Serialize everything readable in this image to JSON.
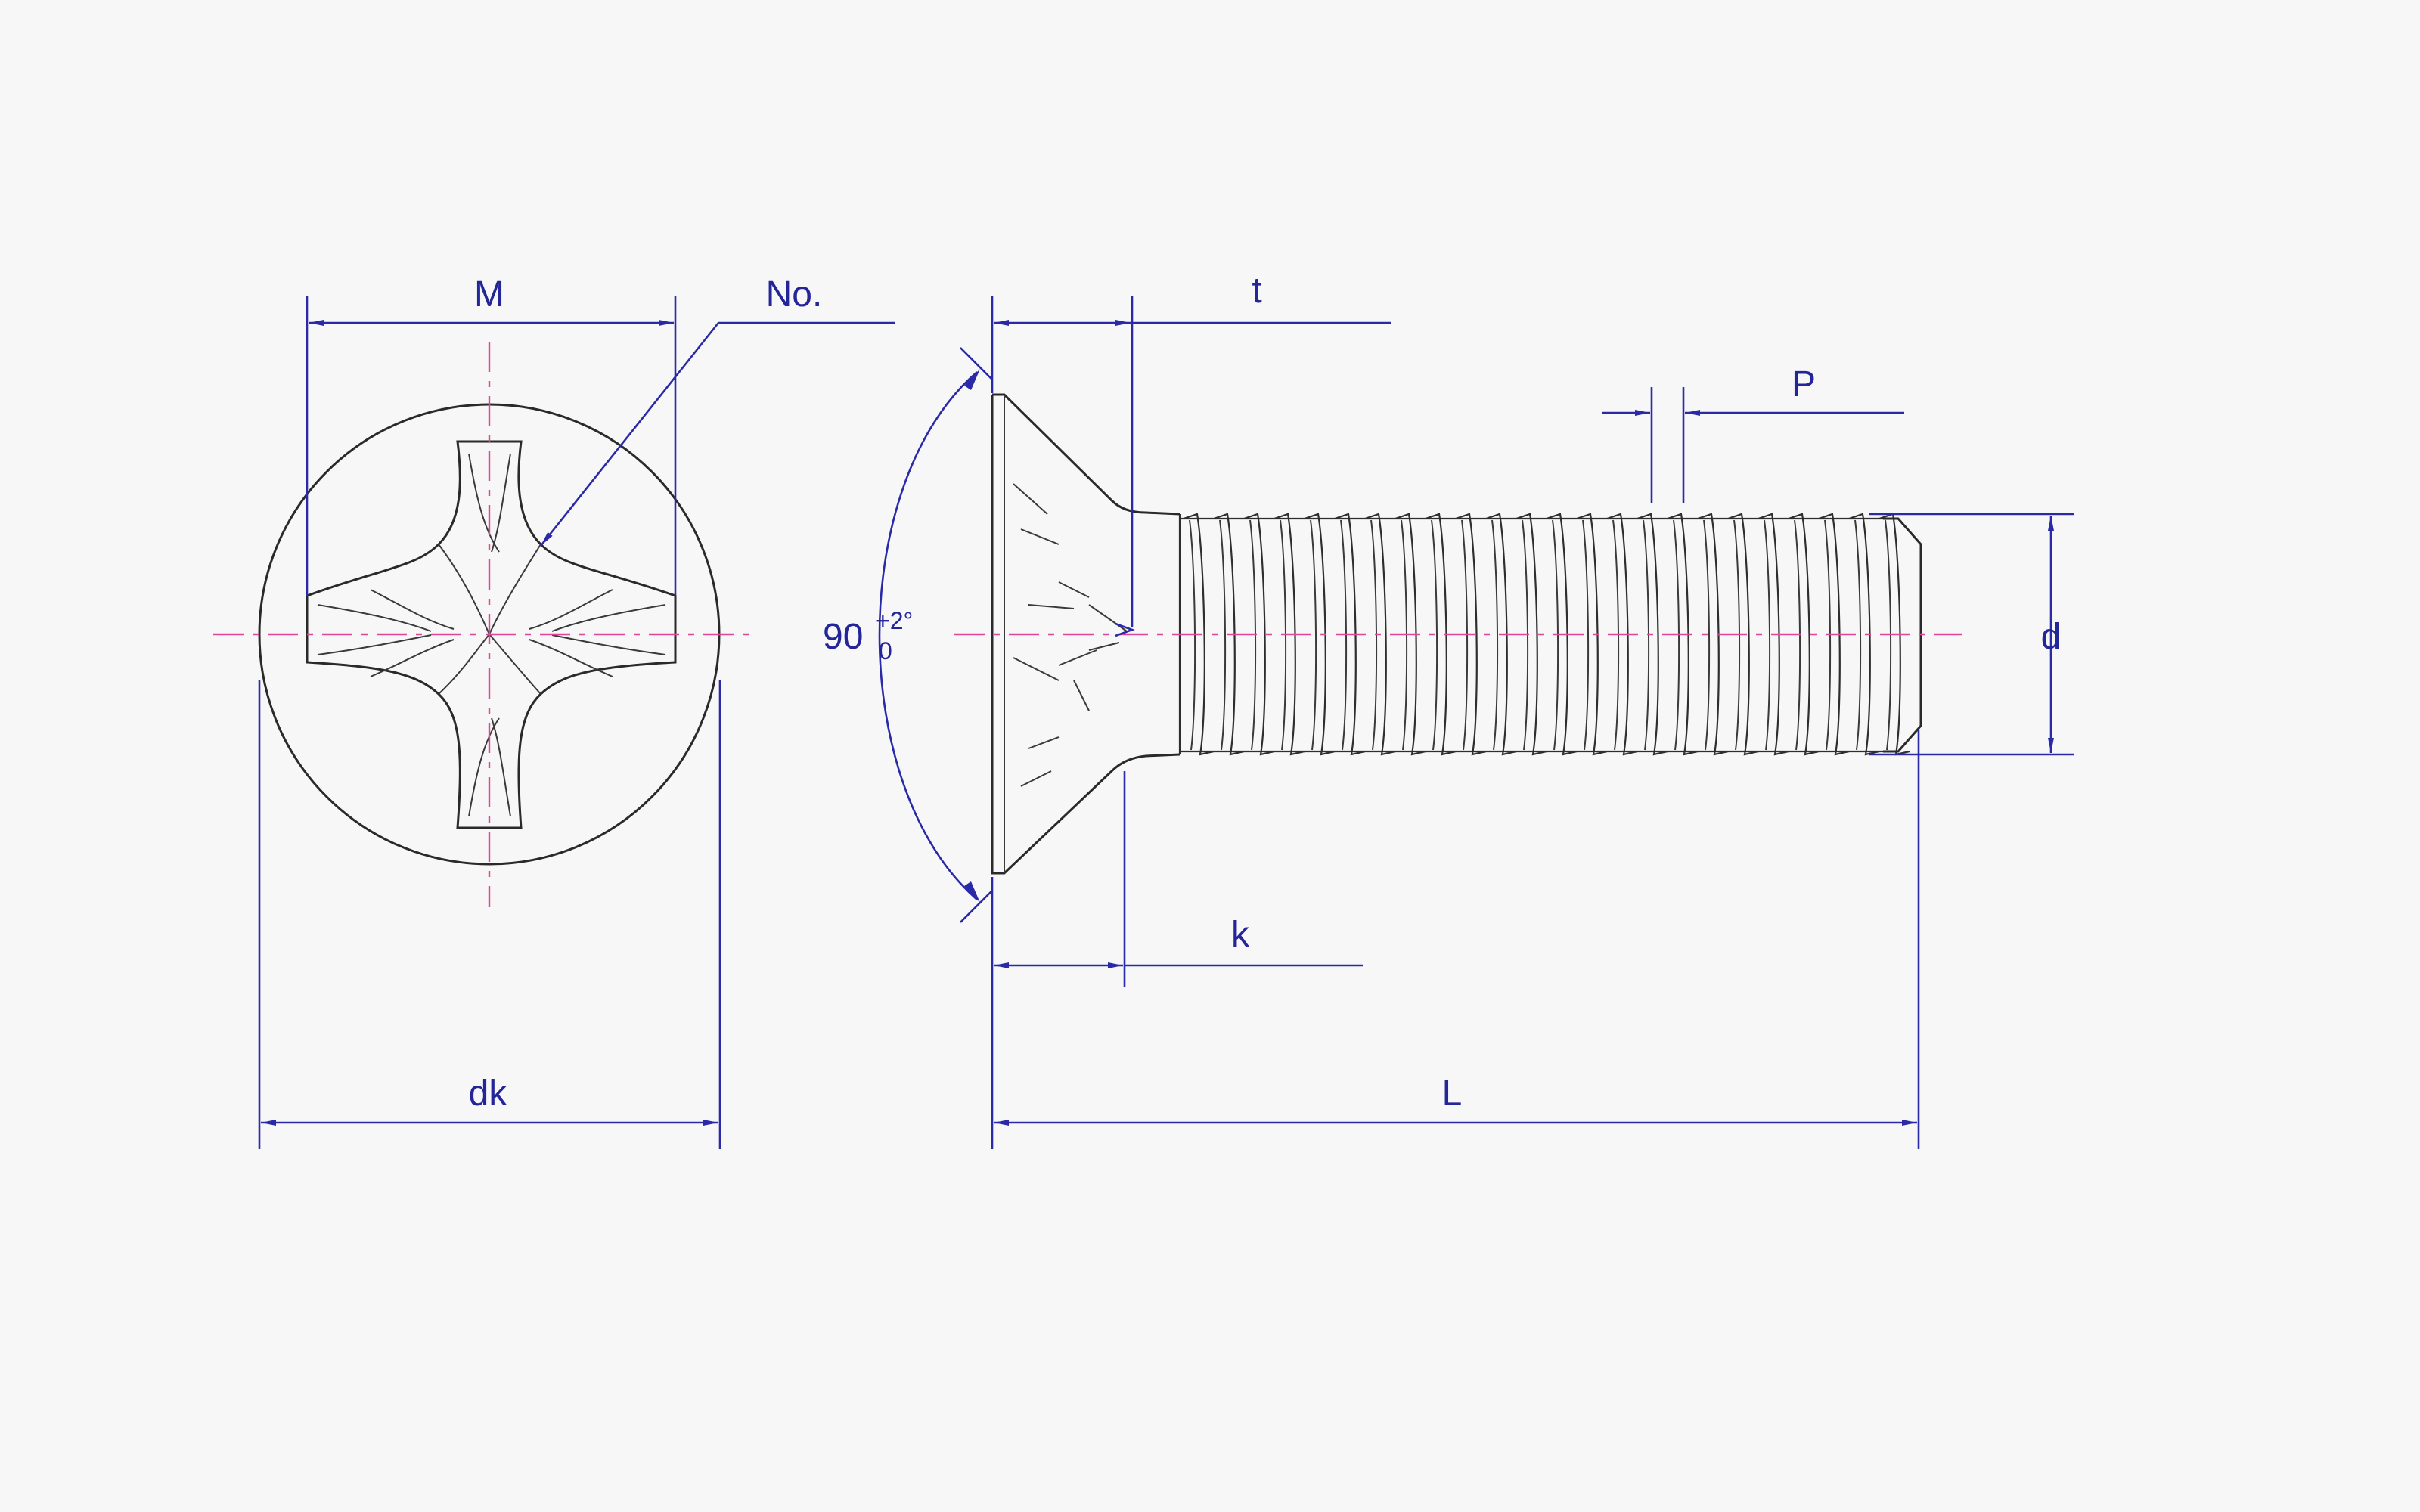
{
  "labels": {
    "M": "M",
    "No": "No.",
    "dk": "dk",
    "t": "t",
    "P": "P",
    "d": "d",
    "k": "k",
    "L": "L",
    "angle": "90",
    "angle_tol_upper": "+2°",
    "angle_tol_lower": "0"
  },
  "colors": {
    "outline": "#2a2a2a",
    "dimension": "#2a2aa8",
    "centerline": "#e0479a",
    "background": "#f7f7f8"
  }
}
